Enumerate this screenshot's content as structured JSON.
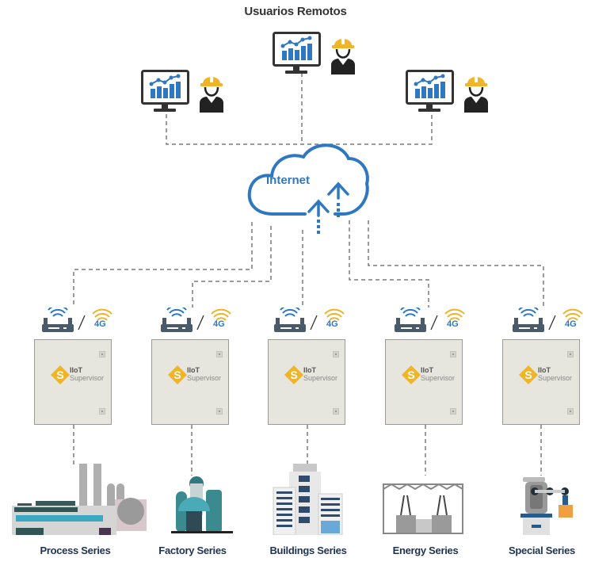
{
  "title": "Usuarios Remotos",
  "cloud": {
    "label": "Internet",
    "color": "#2e78c2"
  },
  "remote_users": [
    {
      "name": "remote-user-left"
    },
    {
      "name": "remote-user-center"
    },
    {
      "name": "remote-user-right"
    }
  ],
  "connectivity": {
    "separator": "/",
    "cellular_label": "4G",
    "wifi_color": "#2e78c2",
    "cell_color": "#f0b429"
  },
  "supervisor": {
    "brand_line1": "IIoT",
    "brand_line2": "Supervisor",
    "brand_color": "#f0b429"
  },
  "series": [
    {
      "label": "Process Series"
    },
    {
      "label": "Factory Series"
    },
    {
      "label": "Buildings Series"
    },
    {
      "label": "Energy Series"
    },
    {
      "label": "Special Series"
    }
  ]
}
